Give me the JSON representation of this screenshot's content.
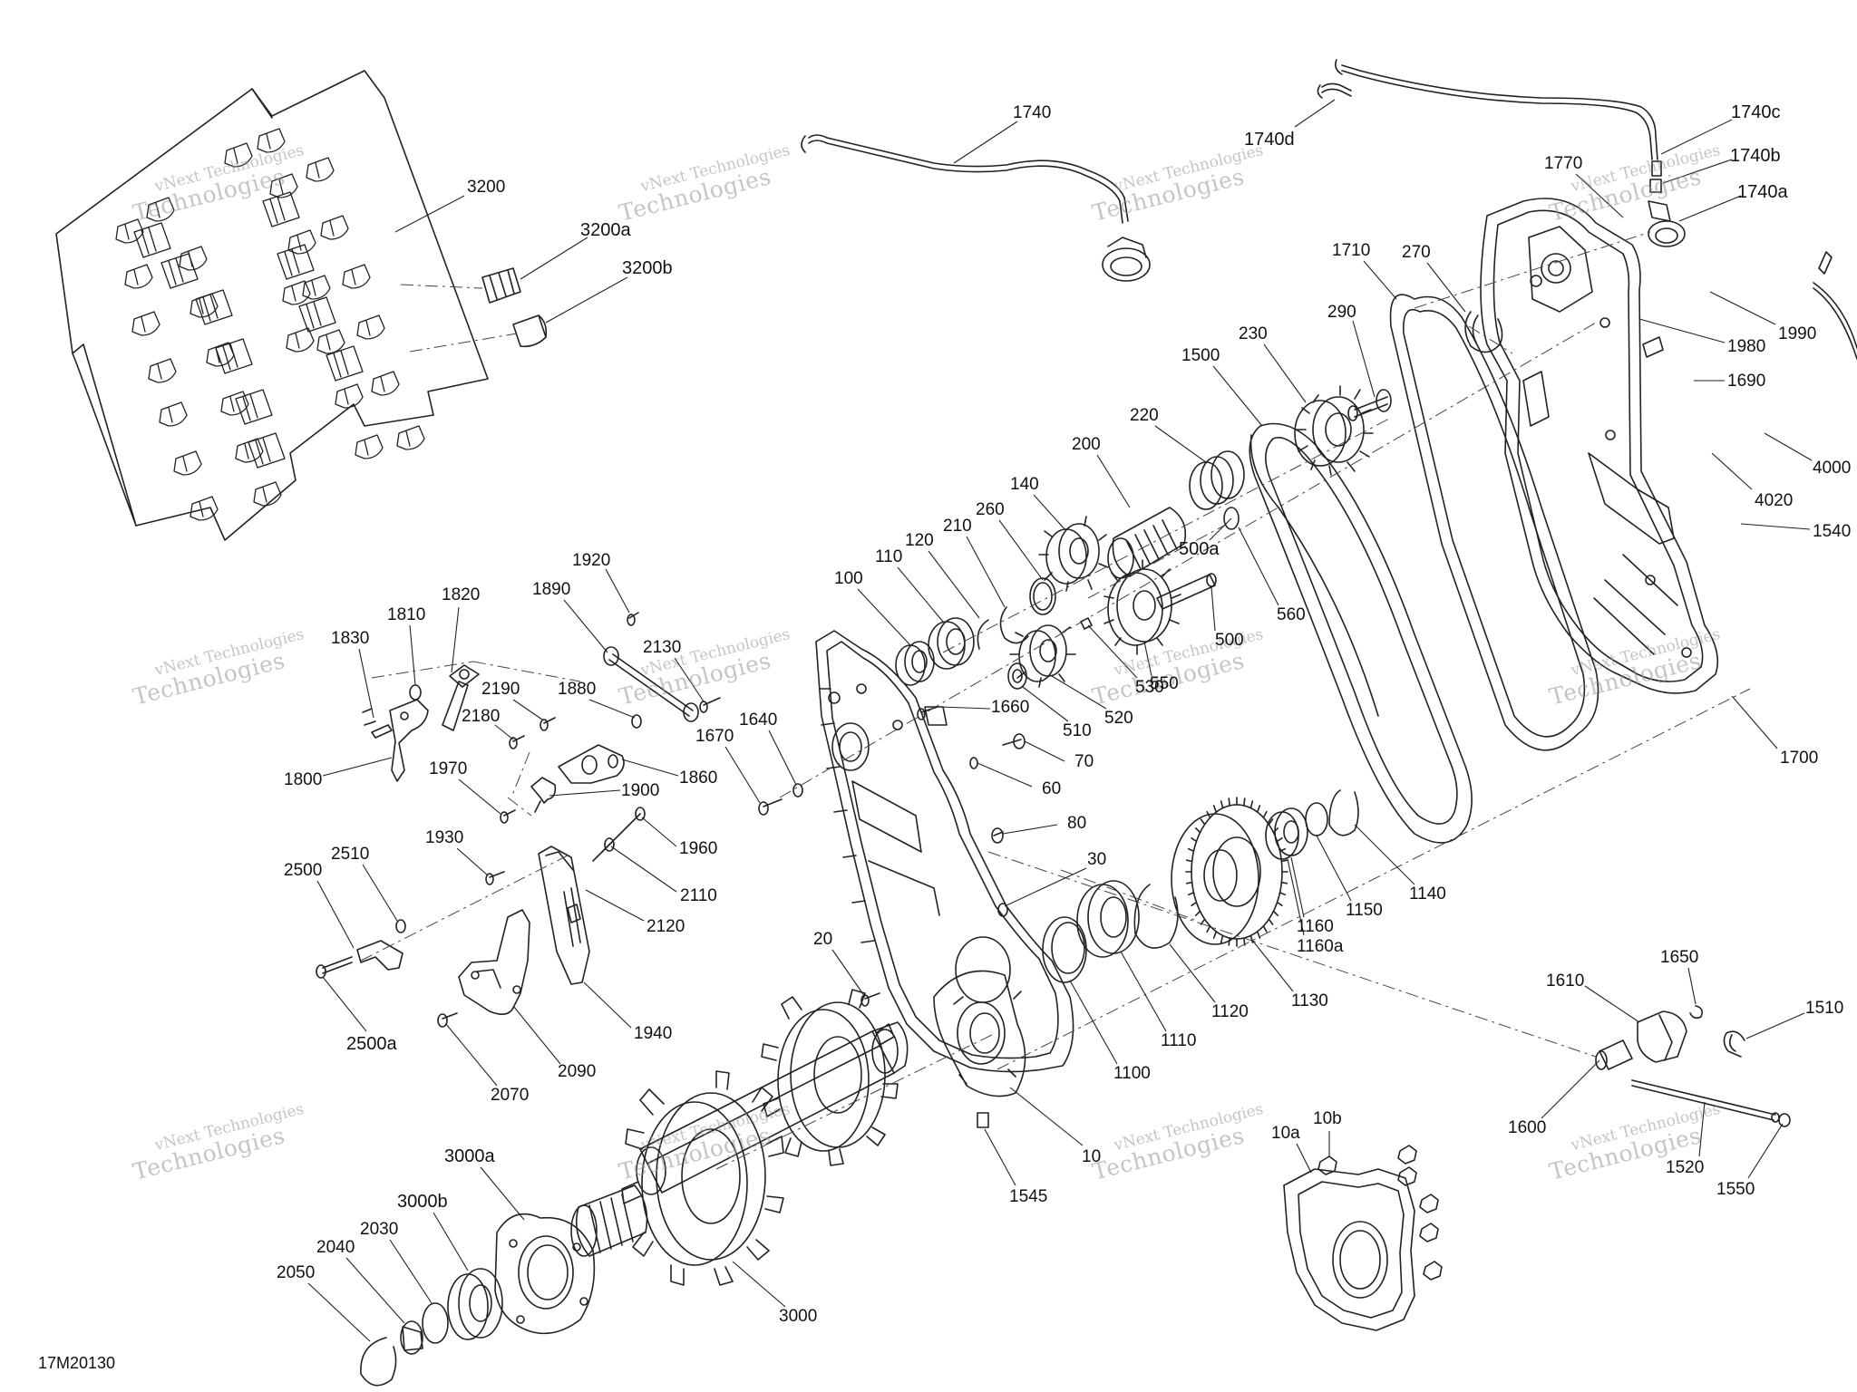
{
  "document_id": "17M20130",
  "watermark": {
    "line1": "vNext Technologies",
    "line2": "Technologies"
  },
  "callouts": [
    "3200",
    "3200a",
    "3200b",
    "1740",
    "1740d",
    "1740c",
    "1740b",
    "1740a",
    "1770",
    "1990",
    "1980",
    "1690",
    "4000",
    "4020",
    "1540",
    "1700",
    "1710",
    "270",
    "290",
    "230",
    "1500",
    "220",
    "200",
    "500a",
    "560",
    "500",
    "550",
    "530",
    "520",
    "510",
    "140",
    "260",
    "210",
    "120",
    "110",
    "100",
    "1660",
    "70",
    "60",
    "80",
    "30",
    "20",
    "1920",
    "1890",
    "1820",
    "1810",
    "1830",
    "2130",
    "2190",
    "2180",
    "1880",
    "1860",
    "1800",
    "1970",
    "1900",
    "1960",
    "1930",
    "2110",
    "2120",
    "2500",
    "2510",
    "2500a",
    "1940",
    "2090",
    "2070",
    "1640",
    "1670",
    "1160",
    "1160a",
    "1150",
    "1140",
    "1130",
    "1120",
    "1110",
    "1100",
    "10",
    "1545",
    "3000",
    "3000a",
    "3000b",
    "2030",
    "2040",
    "2050",
    "10a",
    "10b",
    "1650",
    "1610",
    "1510",
    "1600",
    "1520",
    "1550"
  ]
}
